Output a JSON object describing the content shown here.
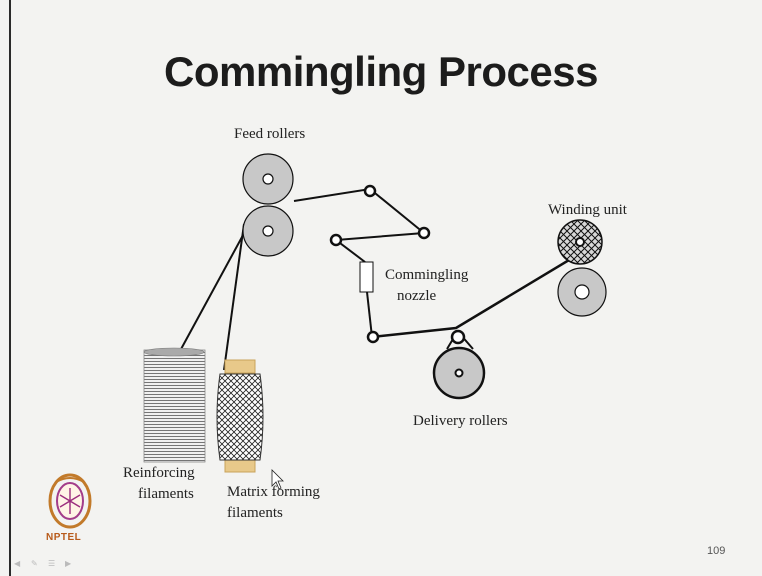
{
  "slide": {
    "title": "Commingling Process",
    "page_number": "109"
  },
  "labels": {
    "feed_rollers": "Feed rollers",
    "winding_unit": "Winding unit",
    "commingling_nozzle": [
      "Commingling",
      "nozzle"
    ],
    "delivery_rollers": "Delivery rollers",
    "reinforcing_filaments": [
      "Reinforcing",
      "filaments"
    ],
    "matrix_forming_filaments": [
      "Matrix forming",
      "filaments"
    ]
  },
  "logo": {
    "text": "NPTEL",
    "icon": "nptel-emblem-icon"
  },
  "colors": {
    "roller_fill": "#c8c8c8",
    "outline": "#111111",
    "bobbin_gold": "#e8c98a",
    "background": "#f3f3f1"
  }
}
